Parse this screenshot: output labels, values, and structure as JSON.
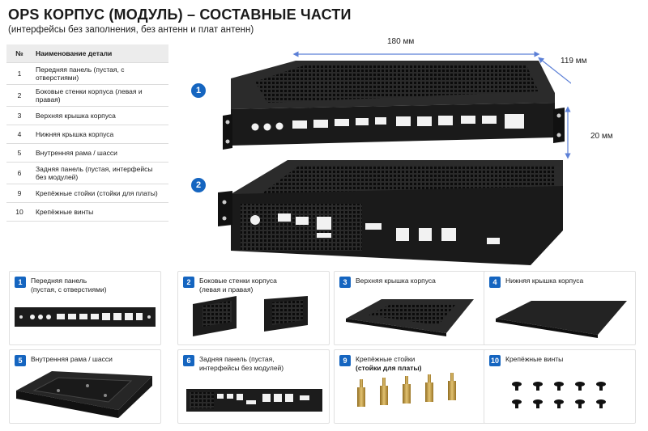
{
  "header": {
    "title": "OPS КОРПУС (МОДУЛЬ) – СОСТАВНЫЕ ЧАСТИ",
    "subtitle": "(интерфейсы без заполнения, без антенн и плат антенн)"
  },
  "table": {
    "col_num": "№",
    "col_name": "Наименование детали",
    "rows": [
      {
        "num": "1",
        "name": "Передняя панель (пустая, с отверстиями)"
      },
      {
        "num": "2",
        "name": "Боковые стенки корпуса (левая и правая)"
      },
      {
        "num": "3",
        "name": "Верхняя крышка корпуса"
      },
      {
        "num": "4",
        "name": "Нижняя крышка корпуса"
      },
      {
        "num": "5",
        "name": "Внутренняя рама / шасси"
      },
      {
        "num": "6",
        "name": "Задняя панель (пустая, интерфейсы без модулей)"
      },
      {
        "num": "9",
        "name": "Крепёжные стойки (стойки для платы)"
      },
      {
        "num": "10",
        "name": "Крепёжные винты"
      }
    ]
  },
  "views": [
    {
      "num": "1"
    },
    {
      "num": "2"
    }
  ],
  "dimensions": {
    "width": "180 мм",
    "depth": "119 мм",
    "height": "20 мм"
  },
  "cards": [
    {
      "num": "1",
      "line1": "Передняя панель",
      "line2": "(пустая, с отверстиями)"
    },
    {
      "num": "2",
      "line1": "Боковые стенки корпуса",
      "line2": "(левая и правая)"
    },
    {
      "num": "3",
      "line1": "Верхняя крышка корпуса",
      "line2": ""
    },
    {
      "num": "4",
      "line1": "Нижняя крышка корпуса",
      "line2": ""
    },
    {
      "num": "5",
      "line1": "Внутренняя рама / шасси",
      "line2": ""
    },
    {
      "num": "6",
      "line1": "Задняя панель (пустая,",
      "line2": "интерфейсы без модулей)"
    },
    {
      "num": "9",
      "line1": "Крепёжные стойки",
      "line2": "(стойки для платы)"
    },
    {
      "num": "10",
      "line1": "Крепёжные винты",
      "line2": ""
    }
  ],
  "colors": {
    "accent": "#1565c0",
    "metal": "#1c1c1c",
    "brass": "#c9a34a"
  }
}
